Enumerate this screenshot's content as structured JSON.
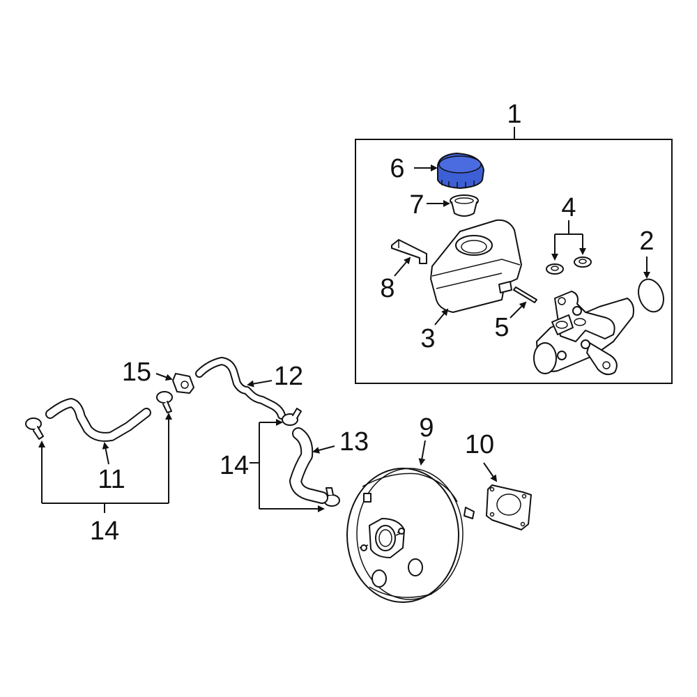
{
  "diagram": {
    "highlight_color": "#3d5fd6",
    "outline_color": "#111111",
    "background_color": "#ffffff",
    "callouts": [
      {
        "id": "c1",
        "label": "1"
      },
      {
        "id": "c2",
        "label": "2"
      },
      {
        "id": "c3",
        "label": "3"
      },
      {
        "id": "c4",
        "label": "4"
      },
      {
        "id": "c5",
        "label": "5"
      },
      {
        "id": "c6",
        "label": "6"
      },
      {
        "id": "c7",
        "label": "7"
      },
      {
        "id": "c8",
        "label": "8"
      },
      {
        "id": "c9",
        "label": "9"
      },
      {
        "id": "c10",
        "label": "10"
      },
      {
        "id": "c11",
        "label": "11"
      },
      {
        "id": "c12",
        "label": "12"
      },
      {
        "id": "c13",
        "label": "13"
      },
      {
        "id": "c14a",
        "label": "14"
      },
      {
        "id": "c14b",
        "label": "14"
      },
      {
        "id": "c15",
        "label": "15"
      }
    ]
  }
}
